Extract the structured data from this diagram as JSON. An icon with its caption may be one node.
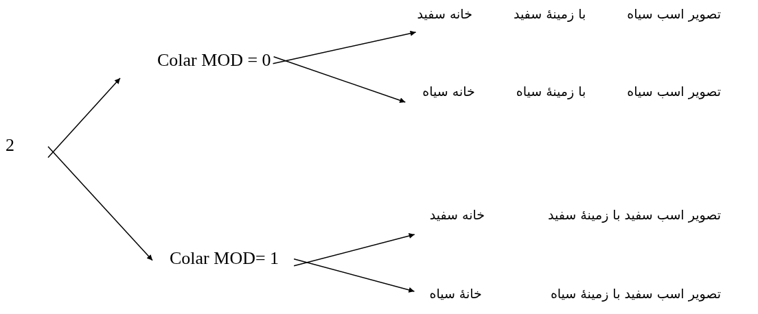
{
  "diagram": {
    "nodes": [
      {
        "text": [
          "2"
        ]
      },
      {
        "text": [
          "Colar MOD = 0"
        ]
      },
      {
        "text": [
          "Colar MOD= 1"
        ]
      },
      {
        "text": [
          "تصویر اسب سیاه",
          "با زمینهٔ سفید",
          "خانه سفید"
        ]
      },
      {
        "text": [
          "تصویر اسب سیاه",
          "با زمینهٔ سیاه",
          "خانه سیاه"
        ]
      },
      {
        "text": [
          "تصویر اسب سفید با زمینهٔ سفید",
          "خانه سفید"
        ]
      },
      {
        "text": [
          "تصویر اسب سفید با زمینهٔ سیاه",
          "خانهٔ سیاه"
        ]
      }
    ],
    "edges": [
      {
        "from": 0,
        "to": 1,
        "arrow": "to"
      },
      {
        "from": 0,
        "to": 2,
        "arrow": "to"
      },
      {
        "from": 1,
        "to": 3,
        "arrow": "to"
      },
      {
        "from": 1,
        "to": 4,
        "arrow": "to"
      },
      {
        "from": 2,
        "to": 5,
        "arrow": "to"
      },
      {
        "from": 2,
        "to": 6,
        "arrow": "to"
      }
    ]
  }
}
